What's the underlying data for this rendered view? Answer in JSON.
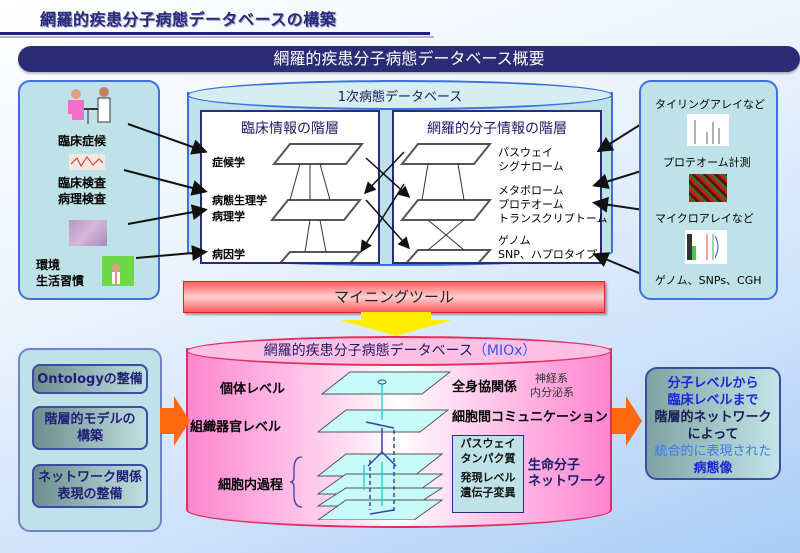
{
  "page_title": "網羅的疾患分子病態データベースの構築",
  "banner_title": "網羅的疾患分子病態データベース概要",
  "left_inputs": {
    "items": [
      {
        "label": "臨床症候",
        "icon": "doctor-patient-icon"
      },
      {
        "label_lines": [
          "臨床検査",
          "病理検査"
        ],
        "icon": "lab-chart-icon"
      },
      {
        "label": "",
        "icon": "pathology-slide-icon"
      },
      {
        "label_lines": [
          "環境",
          "生活習慣"
        ],
        "icon": "lifestyle-icon"
      }
    ]
  },
  "primary_db": {
    "title": "1次病態データベース",
    "clinical": {
      "heading": "臨床情報の階層",
      "layers": [
        "症候学",
        "病態生理学",
        "病理学",
        "病因学"
      ]
    },
    "molecular": {
      "heading": "網羅的分子情報の階層",
      "layers": [
        [
          "パスウェイ",
          "シグナローム"
        ],
        [
          "メタボローム",
          "プロテオーム",
          "トランスクリプトーム"
        ],
        [
          "ゲノム",
          "SNP、ハプロタイプ"
        ]
      ]
    }
  },
  "right_inputs": {
    "items": [
      {
        "label": "タイリングアレイなど",
        "icon": "tiling-array-chart-icon"
      },
      {
        "label": "プロテオーム計測",
        "icon": "proteome-heatmap-icon"
      },
      {
        "label": "マイクロアレイなど",
        "icon": "microarray-plot-icon"
      },
      {
        "label": "ゲノム、SNPs、CGH",
        "icon": ""
      }
    ]
  },
  "mining_tool": "マイニングツール",
  "mioxdb": {
    "title": "網羅的疾患分子病態データベース",
    "title_accent": "（MIOx）",
    "levels_left": [
      "個体レベル",
      "組織器官レベル",
      "細胞内過程"
    ],
    "level_right_1": "全身協関係",
    "level_right_1_sub": [
      "神経系",
      "内分泌系"
    ],
    "level_right_2": "細胞間コミュニケーション",
    "molecular_items": [
      "パスウェイ",
      "タンパク質",
      "発現レベル",
      "遺伝子変異"
    ],
    "molecular_network": [
      "生命分子",
      "ネットワーク"
    ]
  },
  "tasks": [
    {
      "lines": [
        "Ontologyの整備"
      ]
    },
    {
      "lines": [
        "階層的モデルの",
        "構築"
      ]
    },
    {
      "lines": [
        "ネットワーク関係",
        "表現の整備"
      ]
    }
  ],
  "result": {
    "line1": "分子レベルから",
    "line2": "臨床レベルまで",
    "line3": "階層的ネットワーク",
    "line4": "によって",
    "line5": "統合的に表現された",
    "line6": "病態像"
  },
  "colors": {
    "banner": "#2c2c76",
    "panel_fill": "#bfe2e8",
    "panel_border": "#3d6fe0",
    "mining_red": "#ff5a5a",
    "db_pink": "#ff86d0",
    "arrow_orange": "#ff6a10",
    "arrow_yellow": "#ffee00",
    "layer_fill": "#c8fafa"
  }
}
